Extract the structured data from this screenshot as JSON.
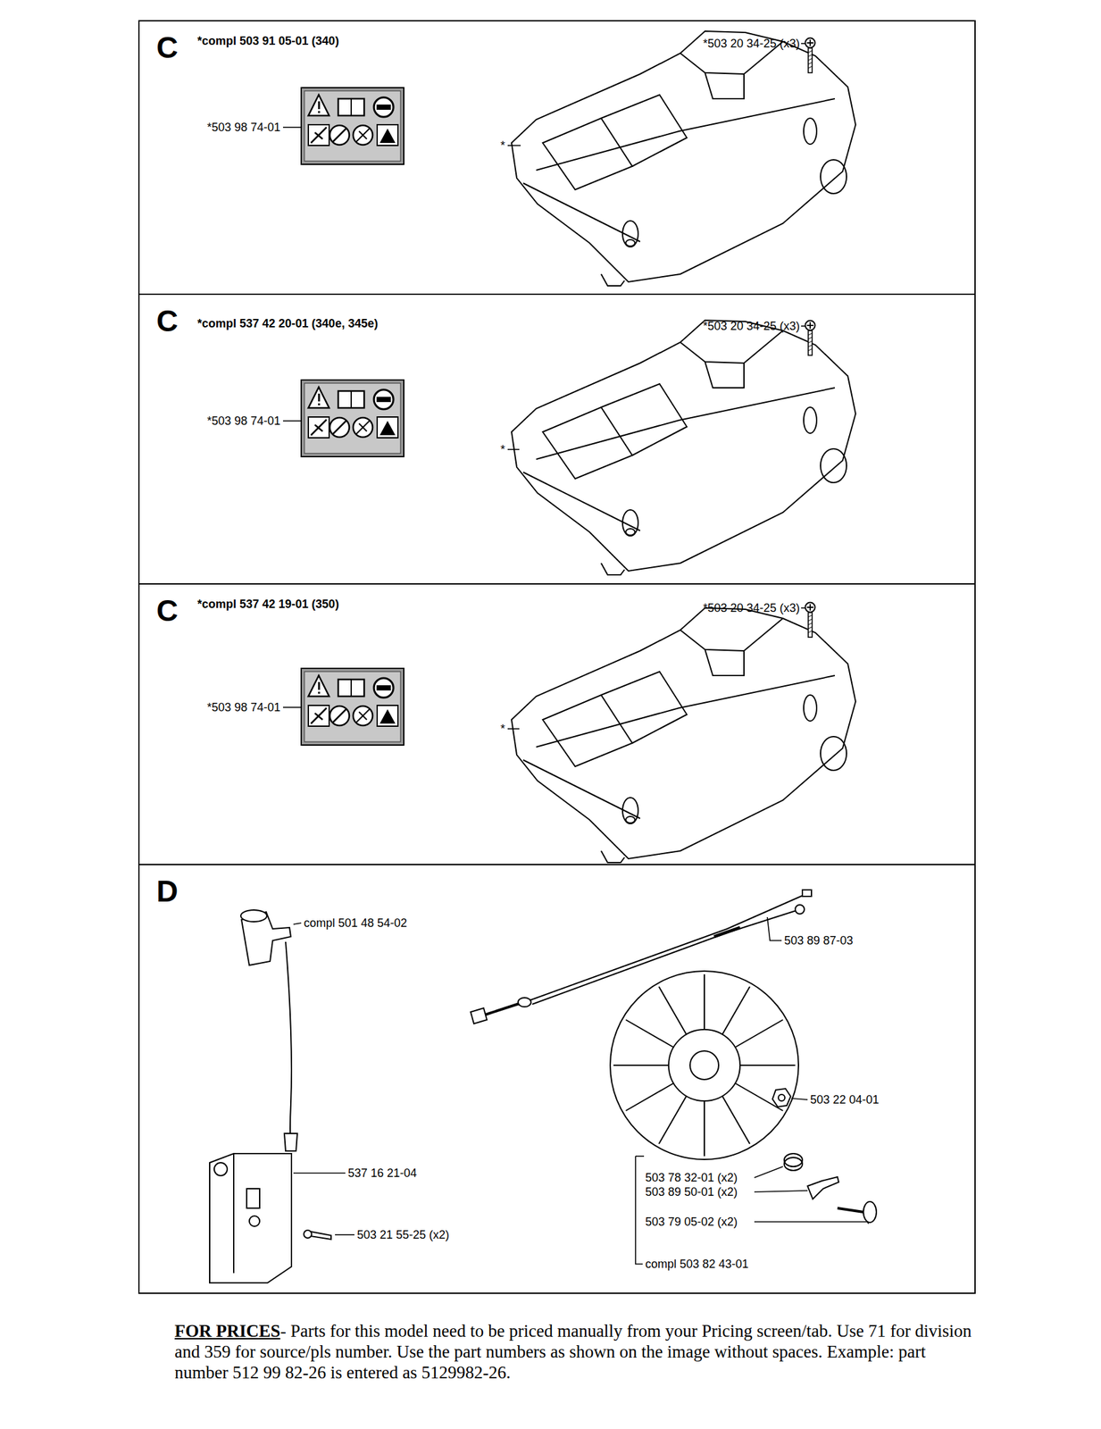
{
  "diagram": {
    "nodes": [
      {
        "text": [
          "C"
        ]
      },
      {
        "text": [
          "C"
        ]
      },
      {
        "text": [
          "C"
        ]
      },
      {
        "text": [
          "D"
        ]
      }
    ],
    "labels": [
      "*compl 503 91 05-01 (340)",
      "*503 20 34-25 (x3)",
      "*503 98 74-01",
      "*",
      "*compl 537 42 20-01 (340e, 345e)",
      "*503 20 34-25 (x3)",
      "*503 98 74-01",
      "*",
      "*compl 537 42 19-01 (350)",
      "*503 20 34-25 (x3)",
      "*503 98 74-01",
      "*",
      "compl 501 48 54-02",
      "503 89 87-03",
      "503 22 04-01",
      "537 16 21-04",
      "503 21 55-25 (x2)",
      "503 78 32-01 (x2)",
      "503 89 50-01 (x2)",
      "503 79 05-02 (x2)",
      "compl 503 82 43-01",
      "FOR PRICES",
      "- Parts for this model need to be priced manually from your Pricing screen/tab. Use 71 for division and 359 for source/pls number. Use the part numbers as shown on the image without spaces. Example: part number 512 99 82-26 is entered as 5129982-26."
    ]
  }
}
